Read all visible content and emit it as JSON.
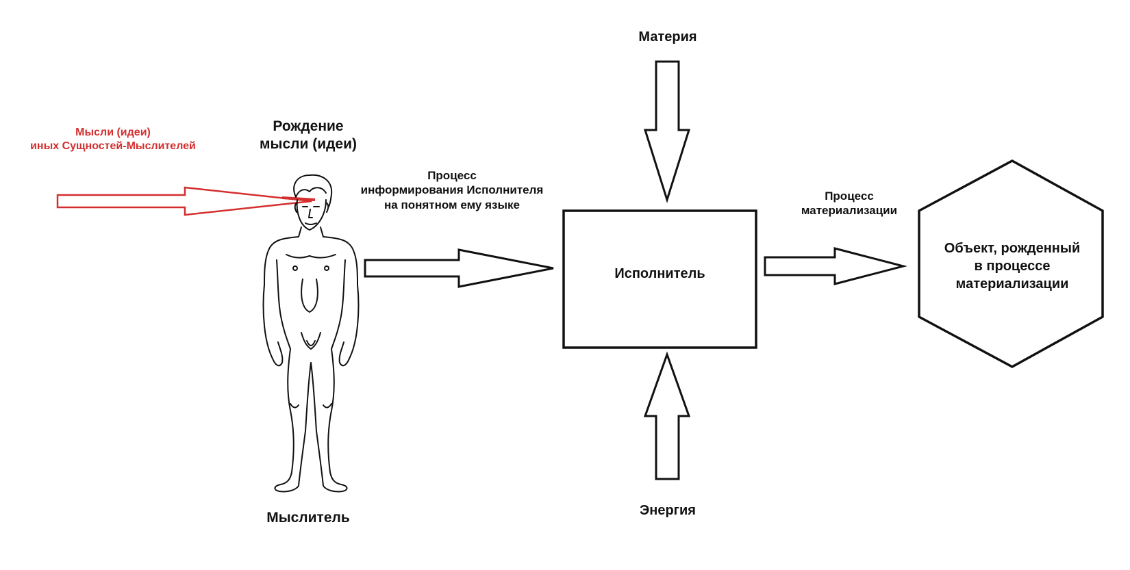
{
  "external_thoughts": {
    "line1": "Мысли (идеи)",
    "line2": "иных Сущностей-Мыслителей",
    "color": "#d42e2e"
  },
  "thought_birth": {
    "line1": "Рождение",
    "line2": "мысли (идеи)"
  },
  "thinker": {
    "label": "Мыслитель"
  },
  "informing_process": {
    "line1": "Процесс",
    "line2": "информирования Исполнителя",
    "line3": "на понятном ему языке"
  },
  "matter": {
    "label": "Материя"
  },
  "executor": {
    "label": "Исполнитель"
  },
  "energy": {
    "label": "Энергия"
  },
  "materialization_process": {
    "line1": "Процесс",
    "line2": "материализации"
  },
  "result_object": {
    "line1": "Объект, рожденный",
    "line2": "в процессе",
    "line3": "материализации"
  },
  "colors": {
    "stroke": "#111111",
    "accent_red": "#d42e2e",
    "background": "#ffffff"
  }
}
